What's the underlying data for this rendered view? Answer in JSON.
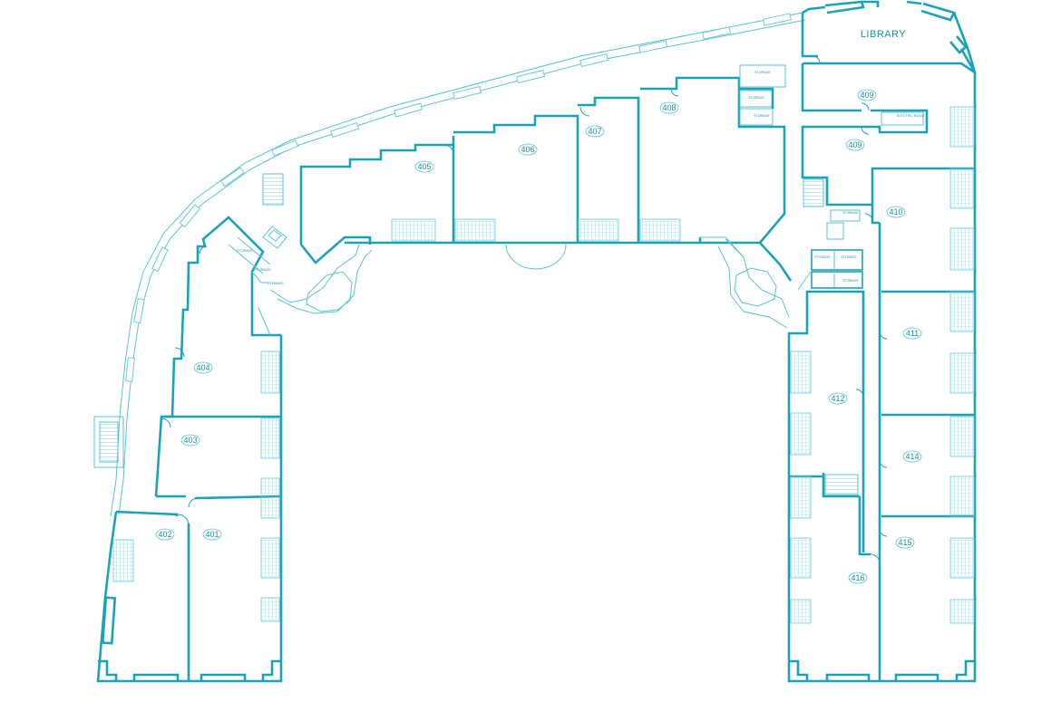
{
  "colors": {
    "line": "#1aa3b8",
    "thin_line": "#58c3d3",
    "text": "#1a8ea0",
    "background": "#ffffff"
  },
  "floor_plan": {
    "library_label": "LIBRARY",
    "rooms": {
      "r401": "401",
      "r402": "402",
      "r403": "403",
      "r404": "404",
      "r405": "405",
      "r406": "406",
      "r407": "407",
      "r408": "408",
      "r409a": "409",
      "r409b": "409",
      "r410": "410",
      "r411": "411",
      "r412": "412",
      "r414": "414",
      "r415": "415",
      "r416": "416"
    },
    "small_labels": {
      "storage_1": "STORAGE",
      "storage_2": "STORAGE",
      "storage_3": "STORAGE",
      "storage_4": "STORAGE",
      "storage_5": "STORAGE",
      "storage_6": "STORAGE",
      "storage_7": "STORAGE",
      "storage_8": "STORAGE",
      "storage_9": "STORAGE",
      "storage_10": "STORAGE",
      "electric_room": "ELECTRIC ROOM"
    }
  }
}
